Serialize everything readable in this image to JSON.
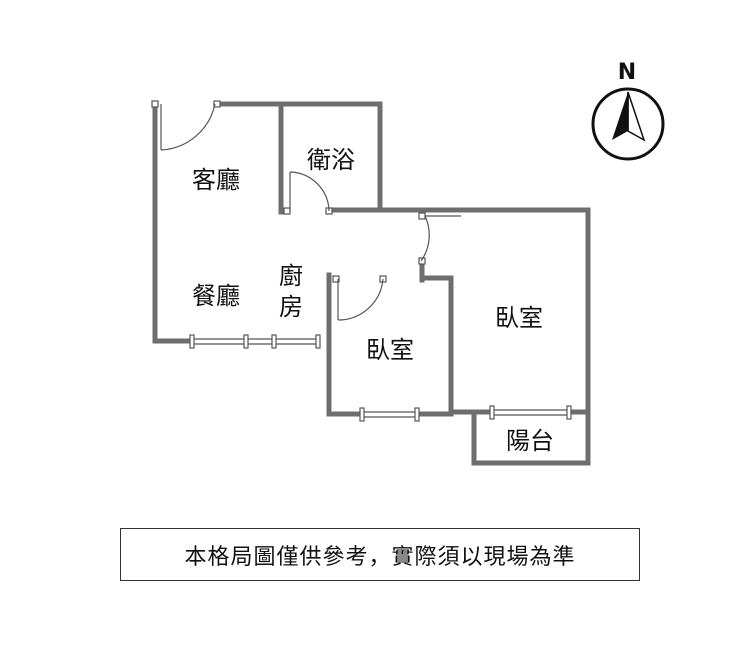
{
  "rooms": {
    "living_room": "客廳",
    "bathroom": "衛浴",
    "dining_room": "餐廳",
    "kitchen_line1": "廚",
    "kitchen_line2": "房",
    "bedroom_small": "臥室",
    "bedroom_large": "臥室",
    "balcony": "陽台"
  },
  "compass": {
    "north_label": "N",
    "icon": "north-arrow-compass"
  },
  "disclaimer": "本格局圖僅供參考，實際須以現場為準"
}
